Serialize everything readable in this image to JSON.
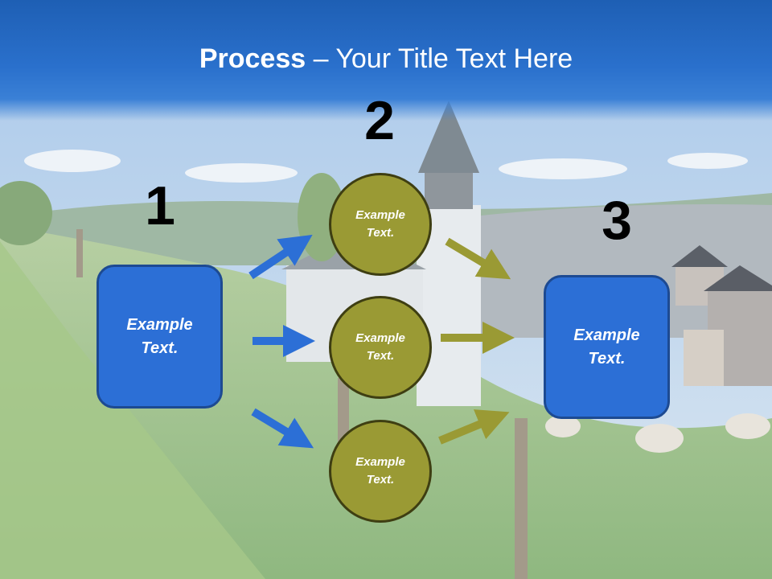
{
  "title": {
    "bold": "Process",
    "rest": " – Your Title Text Here"
  },
  "steps": {
    "one": {
      "number": "1",
      "label_line1": "Example",
      "label_line2": "Text."
    },
    "two": {
      "number": "2",
      "items": [
        {
          "label_line1": "Example",
          "label_line2": "Text."
        },
        {
          "label_line1": "Example",
          "label_line2": "Text."
        },
        {
          "label_line1": "Example",
          "label_line2": "Text."
        }
      ]
    },
    "three": {
      "number": "3",
      "label_line1": "Example",
      "label_line2": "Text."
    }
  },
  "colors": {
    "blue_box": "#2c6fd6",
    "olive_circle": "#9a9a34",
    "blue_arrow": "#2c6fd6",
    "olive_arrow": "#9a9a34"
  }
}
